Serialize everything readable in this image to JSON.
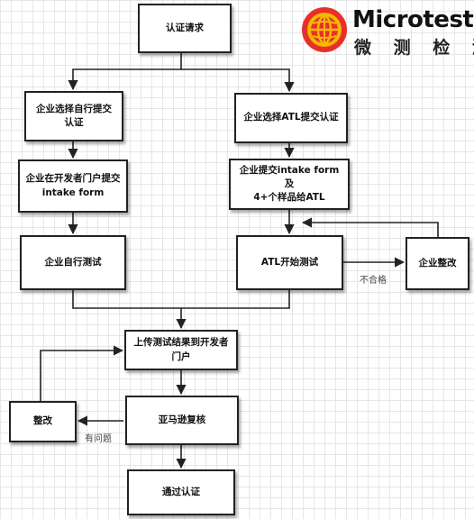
{
  "logo": {
    "en": "Microtest",
    "cn": "微 测 检 测"
  },
  "nodes": {
    "request": "认证请求",
    "self_submit": "企业选择自行提交\n认证",
    "atl_submit": "企业选择ATL提交认证",
    "dev_portal": "企业在开发者门户提交\nintake form",
    "samples": "企业提交intake form及\n4+个样品给ATL",
    "self_test": "企业自行测试",
    "atl_test": "ATL开始测试",
    "fix_atl": "企业整改",
    "upload": "上传测试结果到开发者\n门户",
    "fix": "整改",
    "amazon": "亚马逊复核",
    "pass": "通过认证"
  },
  "edge_labels": {
    "fail": "不合格",
    "issue": "有问题"
  },
  "colors": {
    "stroke": "#222222",
    "node_fill": "#ffffff",
    "logo_red": "#e8302b",
    "logo_yellow": "#f5b800"
  }
}
